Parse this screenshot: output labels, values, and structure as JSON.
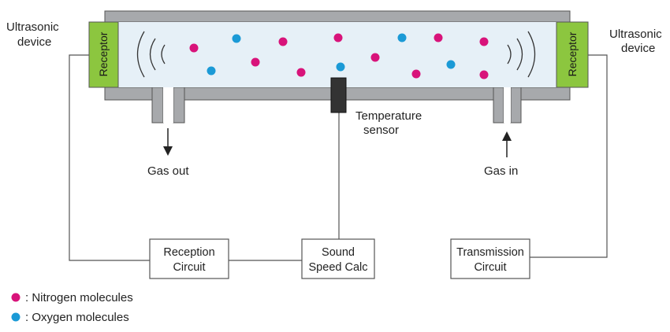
{
  "device_left": {
    "label_line1": "Ultrasonic",
    "label_line2": "device",
    "receptor": "Receptor"
  },
  "device_right": {
    "label_line1": "Ultrasonic",
    "label_line2": "device",
    "receptor": "Receptor"
  },
  "sensor": {
    "label_line1": "Temperature",
    "label_line2": "sensor"
  },
  "gas_out": "Gas out",
  "gas_in": "Gas in",
  "boxes": {
    "reception": {
      "line1": "Reception",
      "line2": "Circuit"
    },
    "sound": {
      "line1": "Sound",
      "line2": "Speed Calc"
    },
    "transmission": {
      "line1": "Transmission",
      "line2": "Circuit"
    }
  },
  "legend": {
    "nitrogen": ": Nitrogen molecules",
    "oxygen": ": Oxygen molecules"
  },
  "colors": {
    "nitrogen": "#d8137a",
    "oxygen": "#1b9ad6",
    "receptor": "#8cc63f",
    "tube_wall": "#a7a9ac",
    "tube_inner": "#e6f0f7"
  }
}
